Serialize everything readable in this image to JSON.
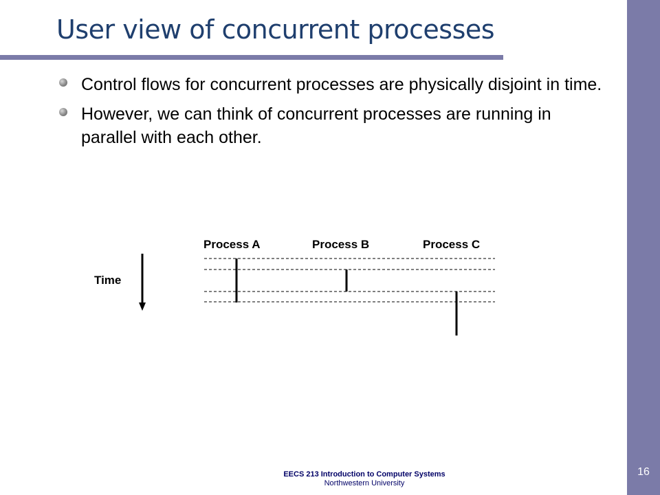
{
  "slide": {
    "title": "User view of concurrent processes",
    "bullets": [
      {
        "text": "Control flows for concurrent processes are physically disjoint in time."
      },
      {
        "text": "However, we can think of concurrent processes are running in parallel with each other."
      }
    ]
  },
  "diagram": {
    "time_label": "Time",
    "processes": [
      {
        "label": "Process A"
      },
      {
        "label": "Process B"
      },
      {
        "label": "Process C"
      }
    ]
  },
  "footer": {
    "course": "EECS 213 Introduction to Computer Systems",
    "university": "Northwestern University"
  },
  "page_number": "16",
  "colors": {
    "accent_bar": "#7b7ba8",
    "title": "#1f3f6e",
    "footer_text": "#000066"
  }
}
